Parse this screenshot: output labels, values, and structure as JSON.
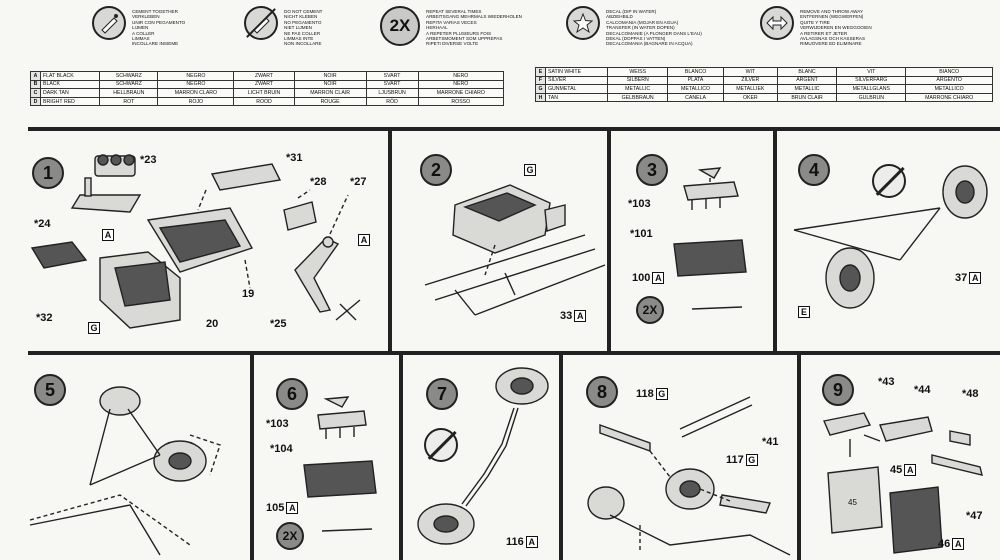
{
  "legend": [
    {
      "icon": "cement-icon",
      "lines": [
        "CEMENT TOGETHER",
        "VERKLEBEN",
        "UNIR CON PEGAMENTO",
        "LIJMEN",
        "A COLLER",
        "LIMMAS",
        "INCOLLARE INSIEME"
      ]
    },
    {
      "icon": "no-cement-icon",
      "lines": [
        "DO NOT CEMENT",
        "NICHT KLEBEN",
        "NO PEGAMENTO",
        "NIET LIJMEN",
        "NE PAS COLLER",
        "LIMMAS INTE",
        "NON INCOLLARE"
      ]
    },
    {
      "icon": "repeat-icon",
      "badge": "2X",
      "lines": [
        "REPEAT SEVERAL TIMES",
        "ARBEITSGANG MEHRMALS WIEDERHOLEN",
        "REPITA VARIAS VECES",
        "HERHAAL",
        "A REPETER PLUSIEURS FOIS",
        "ARBETSMOMENT SOM UPPREPAS",
        "RIPETI DIVERSE VOLTE"
      ]
    },
    {
      "icon": "decal-icon",
      "lines": [
        "DECAL (DIP IN WATER)",
        "ABZIEHBILD",
        "CALCOMANIA (MOJAR EN AGUA)",
        "TRANSFER (IN WATER DOPEN)",
        "DECALCOMANIE (A PLONGER DANS L'EAU)",
        "DEKAL (DOPPAS I VATTEN)",
        "DECALCOMANIA (BAGNARE IN ACQUA)"
      ]
    },
    {
      "icon": "remove-icon",
      "lines": [
        "REMOVE AND THROW AWAY",
        "ENTFERNEN (WEGWERFEN)",
        "QUITE Y TIRE",
        "VERWIJDEREN EN WEGGOOIEN",
        "A RETIRER ET JETER",
        "AVLAGSNAS OCH KASSERAS",
        "RIMUOVERE ED ELIMINARE"
      ]
    }
  ],
  "colors_left": [
    {
      "code": "A",
      "names": [
        "FLAT BLACK",
        "SCHWARZ",
        "NEGRO",
        "ZWART",
        "NOIR",
        "SVART",
        "NERO"
      ]
    },
    {
      "code": "B",
      "names": [
        "BLACK",
        "SCHWARZ",
        "NEGRO",
        "ZWART",
        "NOIR",
        "SVART",
        "NERO"
      ]
    },
    {
      "code": "C",
      "names": [
        "DARK TAN",
        "HELLBRAUN",
        "MARRON CLARO",
        "LICHT BRUIN",
        "MARRON CLAIR",
        "LJUSBRUN",
        "MARRONE CHIARO"
      ]
    },
    {
      "code": "D",
      "names": [
        "BRIGHT RED",
        "ROT",
        "ROJO",
        "ROOD",
        "ROUGE",
        "RÖD",
        "ROSSO"
      ]
    }
  ],
  "colors_right": [
    {
      "code": "E",
      "names": [
        "SATIN WHITE",
        "WEISS",
        "BLANCO",
        "WIT",
        "BLANC",
        "VIT",
        "BIANCO"
      ]
    },
    {
      "code": "F",
      "names": [
        "SILVER",
        "SILBERN",
        "PLATA",
        "ZILVER",
        "ARGENT",
        "SILVERFARG",
        "ARGENTO"
      ]
    },
    {
      "code": "G",
      "names": [
        "GUNMETAL",
        "METALLIC",
        "METALLICO",
        "METALLIEK",
        "METALLIC",
        "METALLGLANS",
        "METALLICO"
      ]
    },
    {
      "code": "H",
      "names": [
        "TAN",
        "GELBBRAUN",
        "CANELA",
        "OKER",
        "BRUN CLAIR",
        "GULBRUN",
        "MARRONE CHIARO"
      ]
    }
  ],
  "steps": {
    "s1": {
      "num": "1",
      "p23": "*23",
      "p24": "*24",
      "p32": "*32",
      "p19": "19",
      "p20": "20",
      "p31": "*31",
      "p28": "*28",
      "p27": "*27",
      "p25": "*25",
      "cA1": "A",
      "cA2": "A",
      "cG": "G"
    },
    "s2": {
      "num": "2",
      "cG": "G",
      "p33": "33",
      "cA": "A"
    },
    "s3": {
      "num": "3",
      "p103": "*103",
      "p101": "*101",
      "p100": "100",
      "cA": "A",
      "x2": "2X"
    },
    "s4": {
      "num": "4",
      "p37": "37",
      "cA": "A",
      "cE": "E"
    },
    "s5": {
      "num": "5"
    },
    "s6": {
      "num": "6",
      "p103": "*103",
      "p104": "*104",
      "p105": "105",
      "cA": "A",
      "x2": "2X"
    },
    "s7": {
      "num": "7",
      "p116": "116",
      "cA": "A"
    },
    "s8": {
      "num": "8",
      "p118": "118",
      "cG1": "G",
      "p41": "*41",
      "p117": "117",
      "cG2": "G"
    },
    "s9": {
      "num": "9",
      "p43": "*43",
      "p44": "*44",
      "p48": "*48",
      "p45": "45",
      "cA1": "A",
      "p47": "*47",
      "p46": "46",
      "cA2": "A",
      "note": "45"
    }
  }
}
